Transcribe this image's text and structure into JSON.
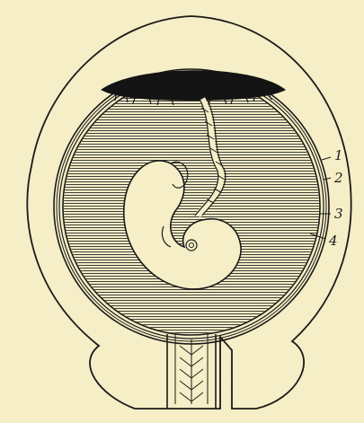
{
  "colors": {
    "paper": "#f5eec6",
    "ink": "#1a1a1a",
    "placenta": "#141414"
  },
  "labels": [
    {
      "id": "1",
      "text": "1"
    },
    {
      "id": "2",
      "text": "2"
    },
    {
      "id": "3",
      "text": "3"
    },
    {
      "id": "4",
      "text": "4"
    }
  ]
}
